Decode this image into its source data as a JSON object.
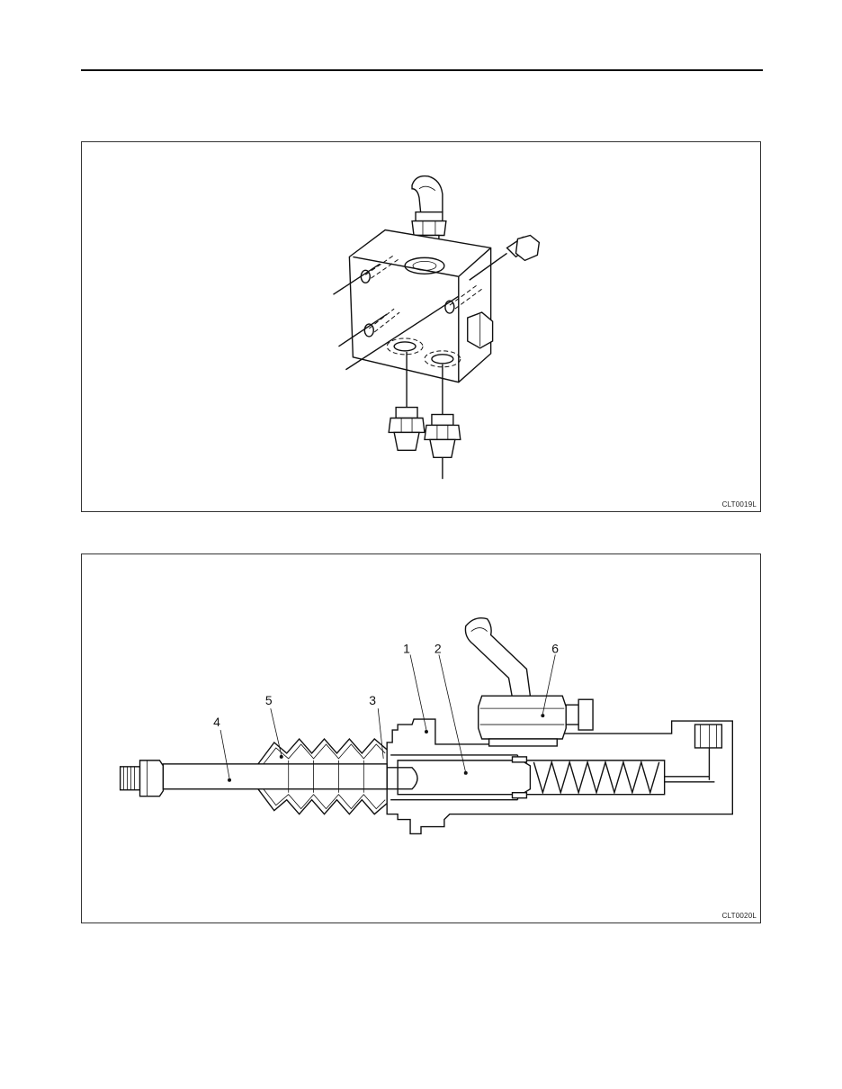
{
  "figures": [
    {
      "code": "CLT0019L"
    },
    {
      "code": "CLT0020L",
      "callouts": [
        "1",
        "2",
        "3",
        "4",
        "5",
        "6"
      ]
    }
  ]
}
